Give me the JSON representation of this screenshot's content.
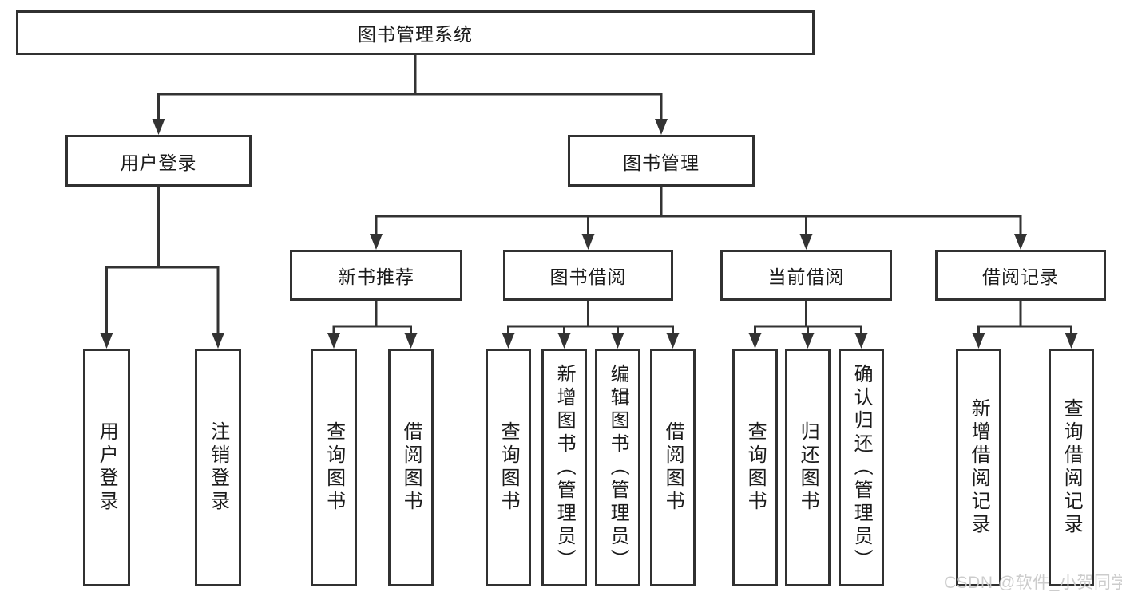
{
  "nodes": {
    "root": "图书管理系统",
    "user_login": "用户登录",
    "book_mgmt": "图书管理",
    "new_rec": "新书推荐",
    "book_borrow": "图书借阅",
    "current_borrow": "当前借阅",
    "borrow_records": "借阅记录",
    "a1": "用户登录",
    "a2": "注销登录",
    "b1": "查询图书",
    "b2": "借阅图书",
    "c1": "查询图书",
    "c2": "新增图书（管理员）",
    "c3": "编辑图书（管理员）",
    "c4": "借阅图书",
    "d1": "查询图书",
    "d2": "归还图书",
    "d3": "确认归还（管理员）",
    "e1": "新增借阅记录",
    "e2": "查询借阅记录"
  },
  "hierarchy": {
    "图书管理系统": {
      "用户登录": [
        "用户登录",
        "注销登录"
      ],
      "图书管理": {
        "新书推荐": [
          "查询图书",
          "借阅图书"
        ],
        "图书借阅": [
          "查询图书",
          "新增图书（管理员）",
          "编辑图书（管理员）",
          "借阅图书"
        ],
        "当前借阅": [
          "查询图书",
          "归还图书",
          "确认归还（管理员）"
        ],
        "借阅记录": [
          "新增借阅记录",
          "查询借阅记录"
        ]
      }
    }
  },
  "watermark": {
    "text": "CSDN @软件_小贺同学"
  },
  "colors": {
    "line": "#333333",
    "box_border": "#313131",
    "text": "#1b1b1b",
    "watermark": "#c9c9c9",
    "background": "#ffffff"
  }
}
